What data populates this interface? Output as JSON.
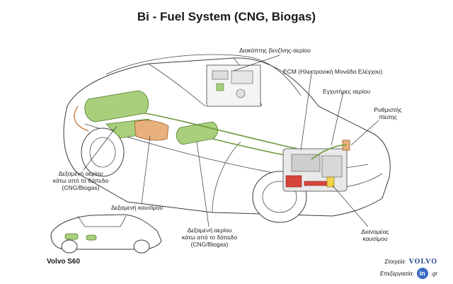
{
  "title": "Bi - Fuel System (CNG, Biogas)",
  "model": "Volvo S60",
  "labels": {
    "switch": "Διακόπτης βενζίνης-αερίου",
    "ecm": "ECM (Ηλεκτρονική Μονάδα Ελέγχου)",
    "injectors": "Εγχυτήρες αερίου",
    "regulator_1": "Ρυθμιστής",
    "regulator_2": "πίεσης",
    "tank_left_1": "Δεξαμενή αερίου",
    "tank_left_2": "κάτω από το δάπεδο",
    "tank_left_3": "(CNG/Biogas)",
    "fuel_tank": "Δεξαμενή καυσίμου",
    "tank_center_1": "Δεξαμενή αερίου",
    "tank_center_2": "κάτω από το δάπεδο",
    "tank_center_3": "(CNG/Biogas)",
    "distributor_1": "Διανομέας",
    "distributor_2": "καυσίμου"
  },
  "credits": {
    "data_label": "Στοιχεία:",
    "data_brand": "VOLVO",
    "processing_label": "Επεξεργασία:",
    "processing_logo": "in",
    "processing_suffix": ".gr"
  },
  "colors": {
    "gas_tank": "#a9cf7d",
    "fuel_tank": "#e8b07c",
    "engine_accent": "#d6453a",
    "regulator": "#f2d246"
  }
}
